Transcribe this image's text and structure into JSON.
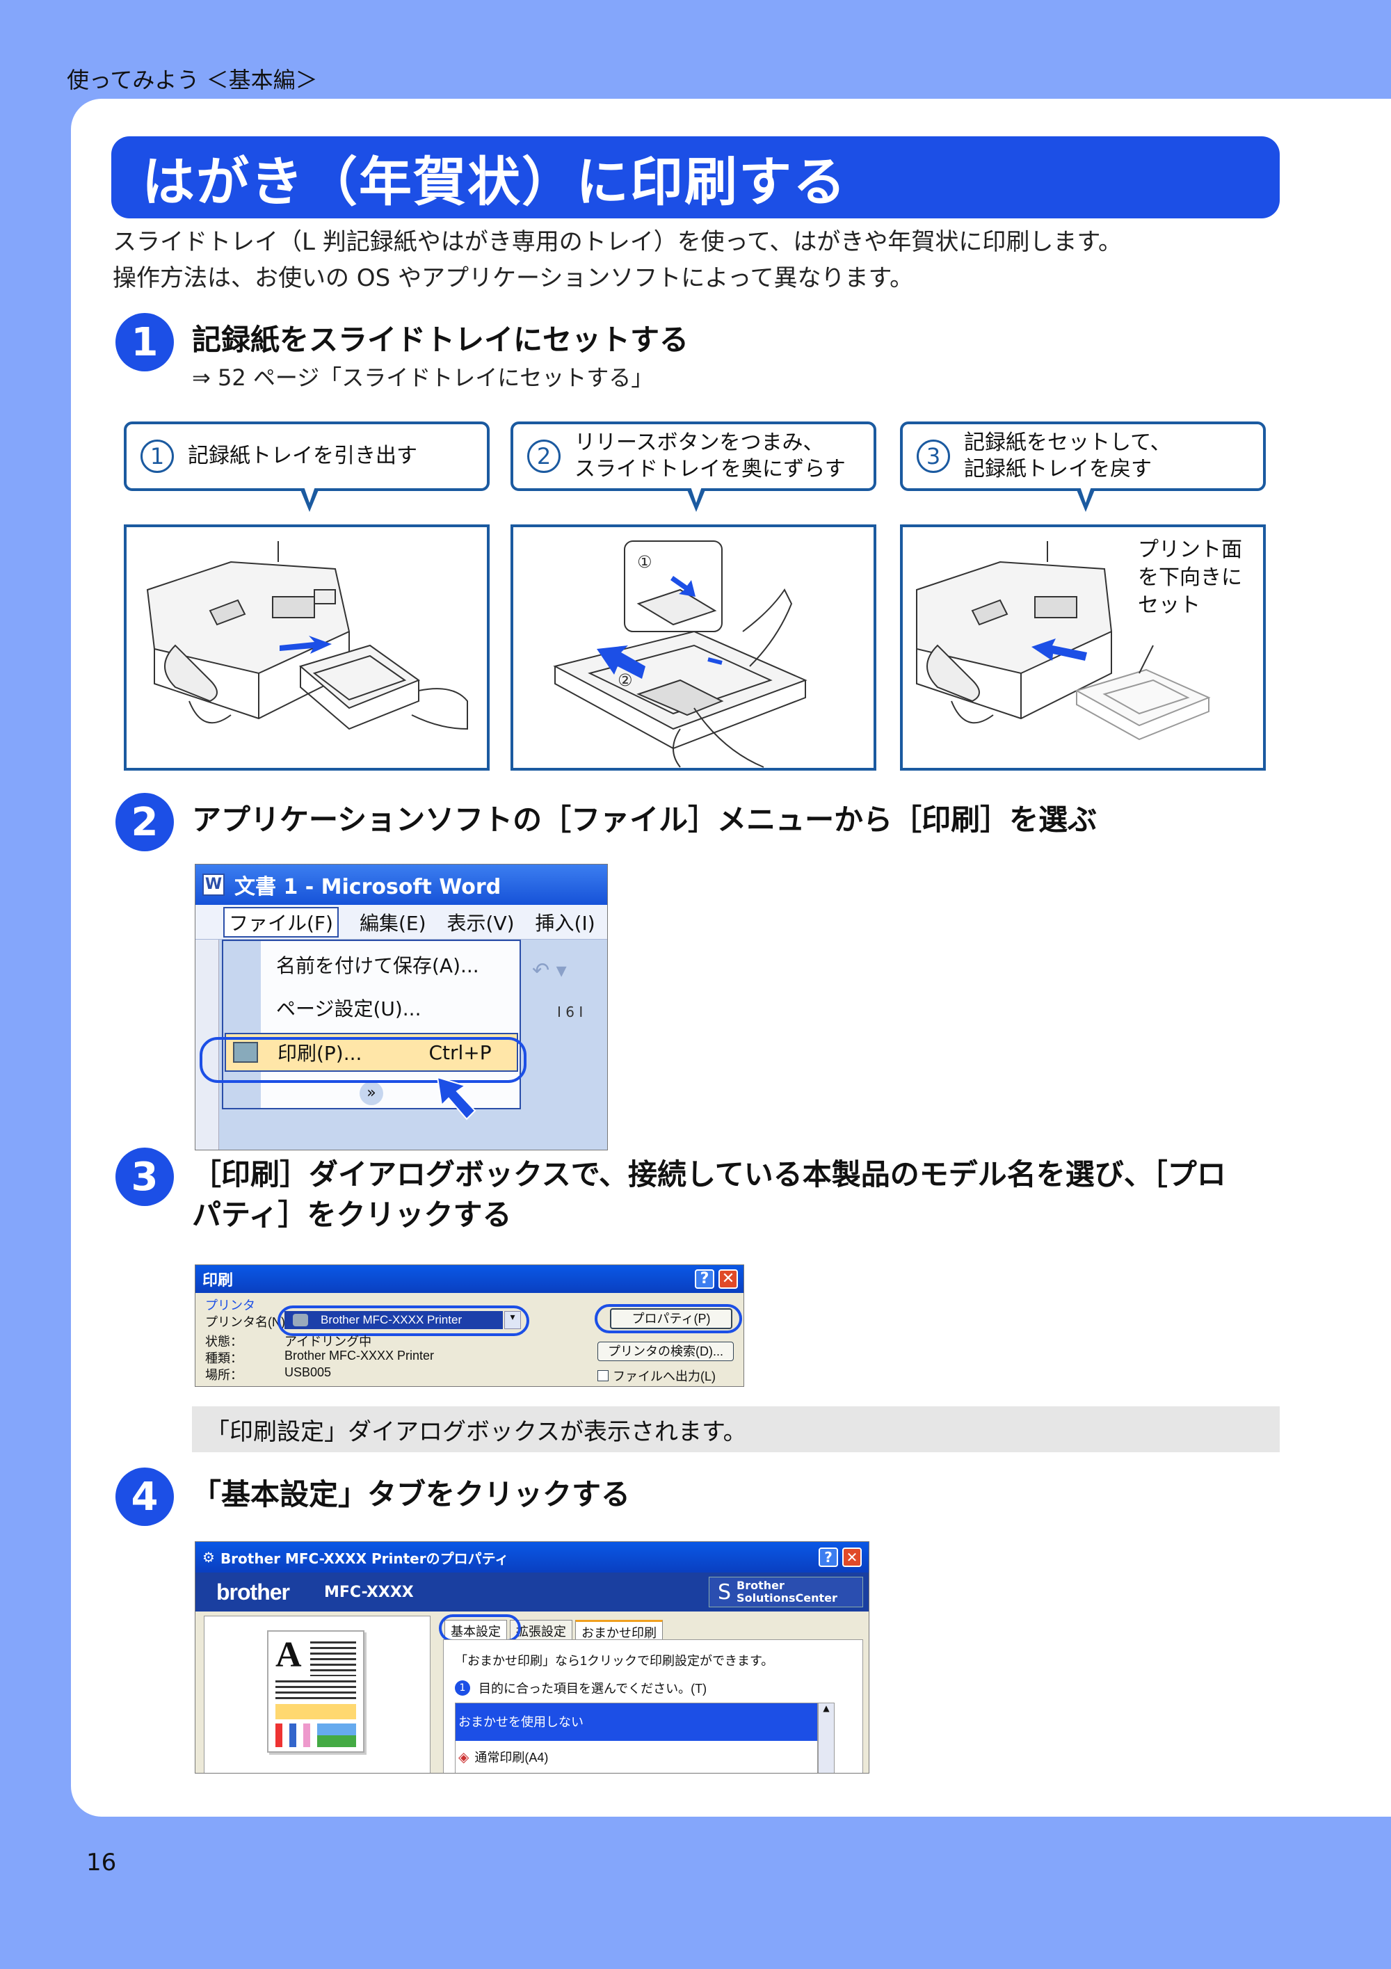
{
  "header": {
    "section": "使ってみよう ＜基本編＞"
  },
  "title": "はがき（年賀状）に印刷する",
  "intro": [
    "スライドトレイ（L 判記録紙やはがき専用のトレイ）を使って、はがきや年賀状に印刷します。",
    "操作方法は、お使いの OS やアプリケーションソフトによって異なります。"
  ],
  "steps": [
    {
      "num": "1",
      "title": "記録紙をスライドトレイにセットする",
      "sub": "⇒ 52 ページ「スライドトレイにセットする」"
    },
    {
      "num": "2",
      "title": "アプリケーションソフトの［ファイル］メニューから［印刷］を選ぶ"
    },
    {
      "num": "3",
      "title_line1": "［印刷］ダイアログボックスで、接続している本製品のモデル名を選び、［プロ",
      "title_line2": "パティ］をクリックする"
    },
    {
      "num": "4",
      "title": "「基本設定」タブをクリックする"
    }
  ],
  "callouts": [
    {
      "num": "1",
      "line1": "記録紙トレイを引き出す",
      "line2": ""
    },
    {
      "num": "2",
      "line1": "リリースボタンをつまみ、",
      "line2": "スライドトレイを奥にずらす"
    },
    {
      "num": "3",
      "line1": "記録紙をセットして、",
      "line2": "記録紙トレイを戻す"
    }
  ],
  "illus": {
    "inset_1": "①",
    "inset_2": "②",
    "print_face": [
      "プリント面",
      "を下向きに",
      "セット"
    ]
  },
  "word": {
    "title": "文書 1 - Microsoft Word",
    "menus": [
      "ファイル(F)",
      "編集(E)",
      "表示(V)",
      "挿入(I)"
    ],
    "items": [
      "名前を付けて保存(A)...",
      "ページ設定(U)...",
      "印刷(P)..."
    ],
    "shortcut": "Ctrl+P",
    "ruler": "I 6 I"
  },
  "print_dialog": {
    "title": "印刷",
    "group": "プリンタ",
    "name_label": "プリンタ名(N):",
    "printer": "Brother MFC-XXXX Printer",
    "properties_btn": "プロパティ(P)",
    "find_btn": "プリンタの検索(D)...",
    "status_label": "状態：",
    "status_value": "アイドリング中",
    "type_label": "種類：",
    "type_value": "Brother MFC-XXXX Printer",
    "where_label": "場所：",
    "where_value": "USB005",
    "file_cb": "ファイルへ出力(L)"
  },
  "note": "「印刷設定」ダイアログボックスが表示されます。",
  "props_dialog": {
    "title": "Brother MFC-XXXX Printerのプロパティ",
    "brand": "brother",
    "model": "MFC-XXXX",
    "solutions": [
      "Brother",
      "SolutionsCenter"
    ],
    "tabs": [
      "基本設定",
      "拡張設定",
      "おまかせ印刷"
    ],
    "desc": "「おまかせ印刷」なら1クリックで印刷設定ができます。",
    "instruction": "目的に合った項目を選んでください。(T)",
    "list": [
      "おまかせを使用しない",
      "通常印刷(A4)"
    ],
    "preview_letter": "A"
  },
  "page_number": "16"
}
